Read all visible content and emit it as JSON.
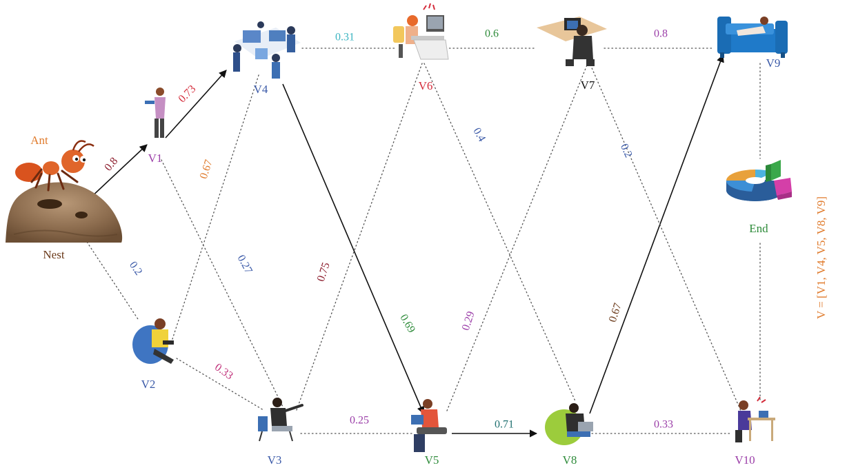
{
  "colors": {
    "purple": "#9b3ea8",
    "blue": "#3b5aa8",
    "red": "#d42b3a",
    "dark_red": "#8b1a2a",
    "orange": "#e07b2c",
    "green": "#2e8b3a",
    "cyan": "#3bb4c1",
    "magenta": "#c0307a",
    "teal": "#1e6f6f",
    "brown": "#6b3a1a",
    "gray": "#555555",
    "black": "#111111"
  },
  "labels": {
    "ant": "Ant",
    "nest": "Nest",
    "end": "End",
    "path": "V = [V1, V4, V5, V8, V9]"
  },
  "nodes": [
    {
      "id": "V1",
      "label": "V1",
      "color": "purple",
      "icon": "person-standing-icon"
    },
    {
      "id": "V2",
      "label": "V2",
      "color": "blue",
      "icon": "person-beanbag-icon"
    },
    {
      "id": "V3",
      "label": "V3",
      "color": "blue",
      "icon": "person-chair-pointing-icon"
    },
    {
      "id": "V4",
      "label": "V4",
      "color": "blue",
      "icon": "office-team-icon"
    },
    {
      "id": "V5",
      "label": "V5",
      "color": "green",
      "icon": "person-laptop-sitting-icon"
    },
    {
      "id": "V6",
      "label": "V6",
      "color": "red",
      "icon": "stressed-desk-worker-icon"
    },
    {
      "id": "V7",
      "label": "V7",
      "color": "black",
      "icon": "desk-worker-icon"
    },
    {
      "id": "V8",
      "label": "V8",
      "color": "green",
      "icon": "person-beanbag-laptop-icon"
    },
    {
      "id": "V9",
      "label": "V9",
      "color": "blue",
      "icon": "person-sofa-icon"
    },
    {
      "id": "V10",
      "label": "V10",
      "color": "purple",
      "icon": "woman-desk-icon"
    }
  ],
  "edges": [
    {
      "from": "Nest",
      "to": "V1",
      "weight": "0.8",
      "color": "dark_red",
      "chosen": true
    },
    {
      "from": "V1",
      "to": "V4",
      "weight": "0.73",
      "color": "red",
      "chosen": true
    },
    {
      "from": "V4",
      "to": "V5",
      "weight": "0.69",
      "color": "green",
      "chosen": true
    },
    {
      "from": "V5",
      "to": "V8",
      "weight": "0.71",
      "color": "teal",
      "chosen": true
    },
    {
      "from": "V8",
      "to": "V9",
      "weight": "0.67",
      "color": "brown",
      "chosen": true
    },
    {
      "from": "Nest",
      "to": "V2",
      "weight": "0.2",
      "color": "blue",
      "chosen": false
    },
    {
      "from": "V1",
      "to": "V3",
      "weight": "0.27",
      "color": "blue",
      "chosen": false
    },
    {
      "from": "V2",
      "to": "V4",
      "weight": "0.67",
      "color": "orange",
      "chosen": false
    },
    {
      "from": "V2",
      "to": "V3",
      "weight": "0.33",
      "color": "magenta",
      "chosen": false
    },
    {
      "from": "V3",
      "to": "V6",
      "weight": "0.75",
      "color": "dark_red",
      "chosen": false
    },
    {
      "from": "V3",
      "to": "V5",
      "weight": "0.25",
      "color": "purple",
      "chosen": false
    },
    {
      "from": "V4",
      "to": "V6",
      "weight": "0.31",
      "color": "cyan",
      "chosen": false
    },
    {
      "from": "V6",
      "to": "V7",
      "weight": "0.6",
      "color": "green",
      "chosen": false
    },
    {
      "from": "V6",
      "to": "V8",
      "weight": "0.4",
      "color": "blue",
      "chosen": false
    },
    {
      "from": "V5",
      "to": "V7",
      "weight": "0.29",
      "color": "purple",
      "chosen": false
    },
    {
      "from": "V7",
      "to": "V9",
      "weight": "0.8",
      "color": "purple",
      "chosen": false
    },
    {
      "from": "V7",
      "to": "V10",
      "weight": "0.2",
      "color": "blue",
      "chosen": false
    },
    {
      "from": "V8",
      "to": "V10",
      "weight": "0.33",
      "color": "purple",
      "chosen": false
    },
    {
      "from": "V9",
      "to": "End",
      "weight": "",
      "color": "gray",
      "chosen": false
    },
    {
      "from": "V10",
      "to": "End",
      "weight": "",
      "color": "gray",
      "chosen": false
    }
  ]
}
